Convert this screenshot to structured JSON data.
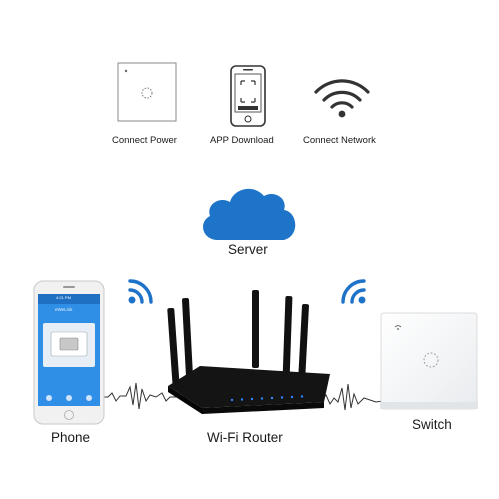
{
  "steps": [
    {
      "icon": "switch-panel-icon",
      "label": "Connect Power"
    },
    {
      "icon": "smartphone-download-icon",
      "label": "APP Download"
    },
    {
      "icon": "wifi-icon",
      "label": "Connect Network"
    }
  ],
  "phone_screen": {
    "time": "4:21 PM",
    "logo": "eWeLink"
  },
  "nodes": {
    "cloud_label": "Server",
    "phone_label": "Phone",
    "router_label": "Wi-Fi Router",
    "switch_label": "Switch"
  },
  "colors": {
    "cloud_blue": "#1d74c9",
    "wifi_blue": "#1e73c8",
    "phone_screen": "#2f8fe6",
    "router_black": "#111111",
    "switch_white": "#ffffff",
    "wave_line": "#333333"
  }
}
